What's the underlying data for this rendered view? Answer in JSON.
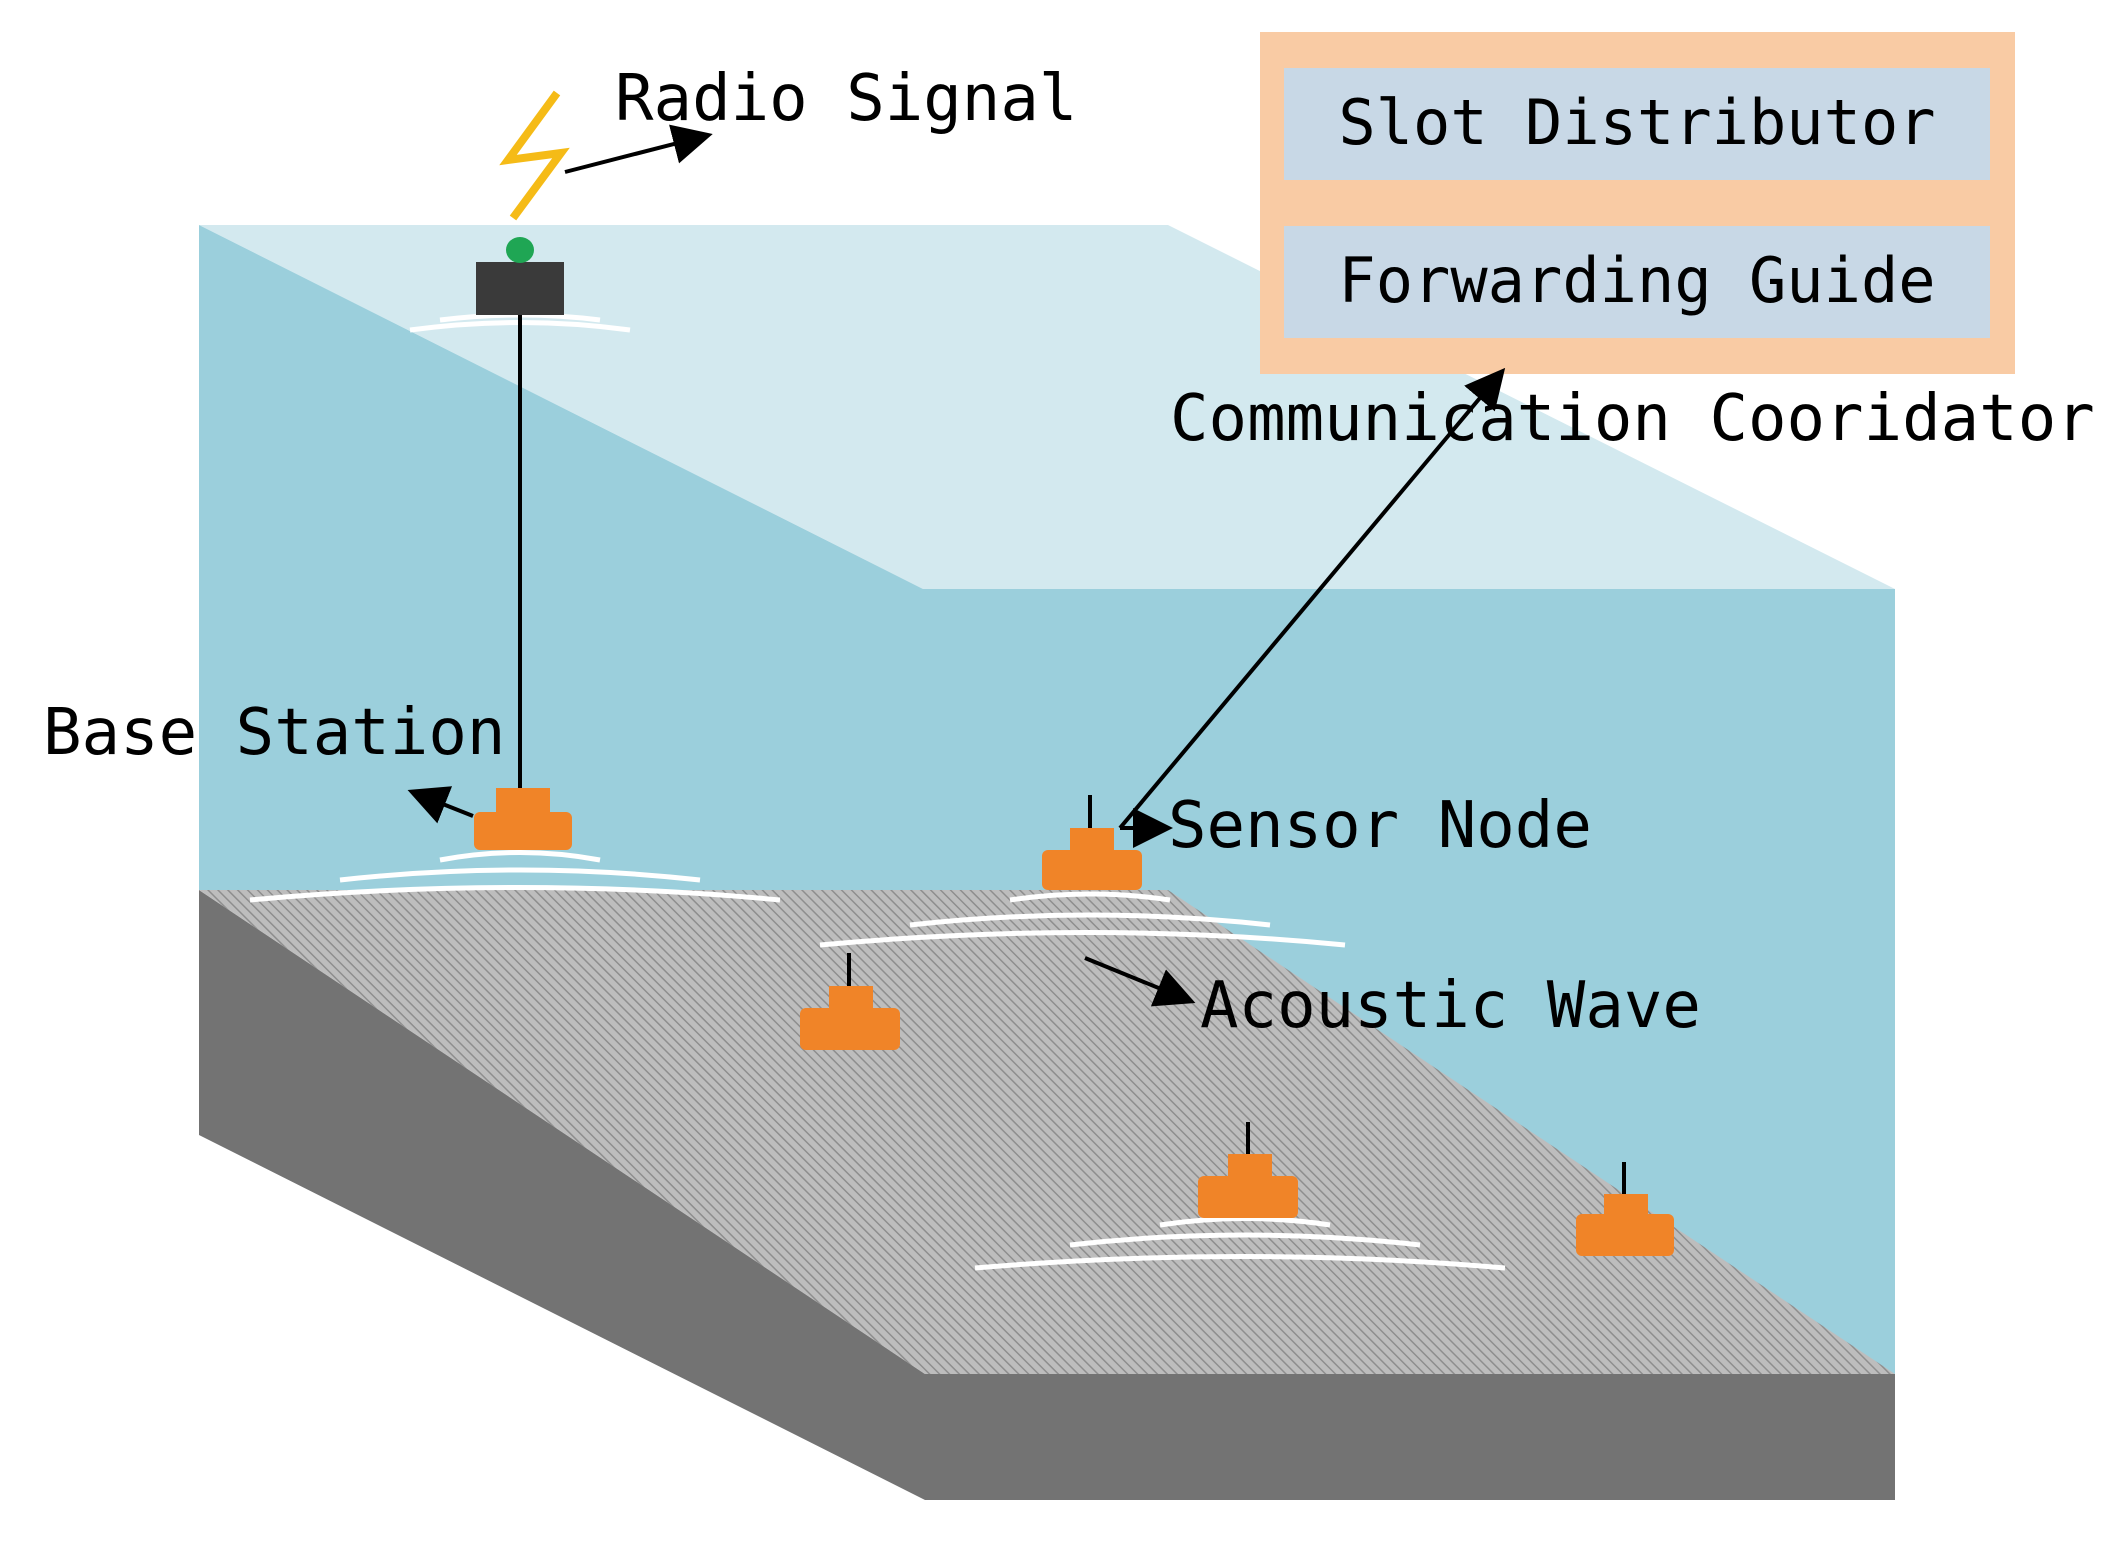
{
  "labels": {
    "radio_signal": "Radio Signal",
    "base_station": "Base Station",
    "sensor_node": "Sensor Node",
    "acoustic_wave": "Acoustic Wave",
    "communication_coordinator": "Communication Cooridator"
  },
  "coordinator": {
    "items": [
      "Slot Distributor",
      "Forwarding Guide"
    ]
  },
  "colors": {
    "water_surface": "#d3e9ef",
    "water_body": "#9bcfdc",
    "seabed_top": "#a6a6a6",
    "seabed_side": "#737373",
    "node": "#f08428",
    "buoy": "#3a3a3a",
    "buoy_light": "#1fa654",
    "lightning": "#f5bb17",
    "coordinator_frame": "#f9cba4",
    "coordinator_slot": "#c8d8e6",
    "wave_ripple": "#ffffff"
  },
  "icons": [
    "lightning-icon",
    "buoy-icon",
    "base-station-icon",
    "sensor-node-icon",
    "acoustic-wave-icon"
  ]
}
